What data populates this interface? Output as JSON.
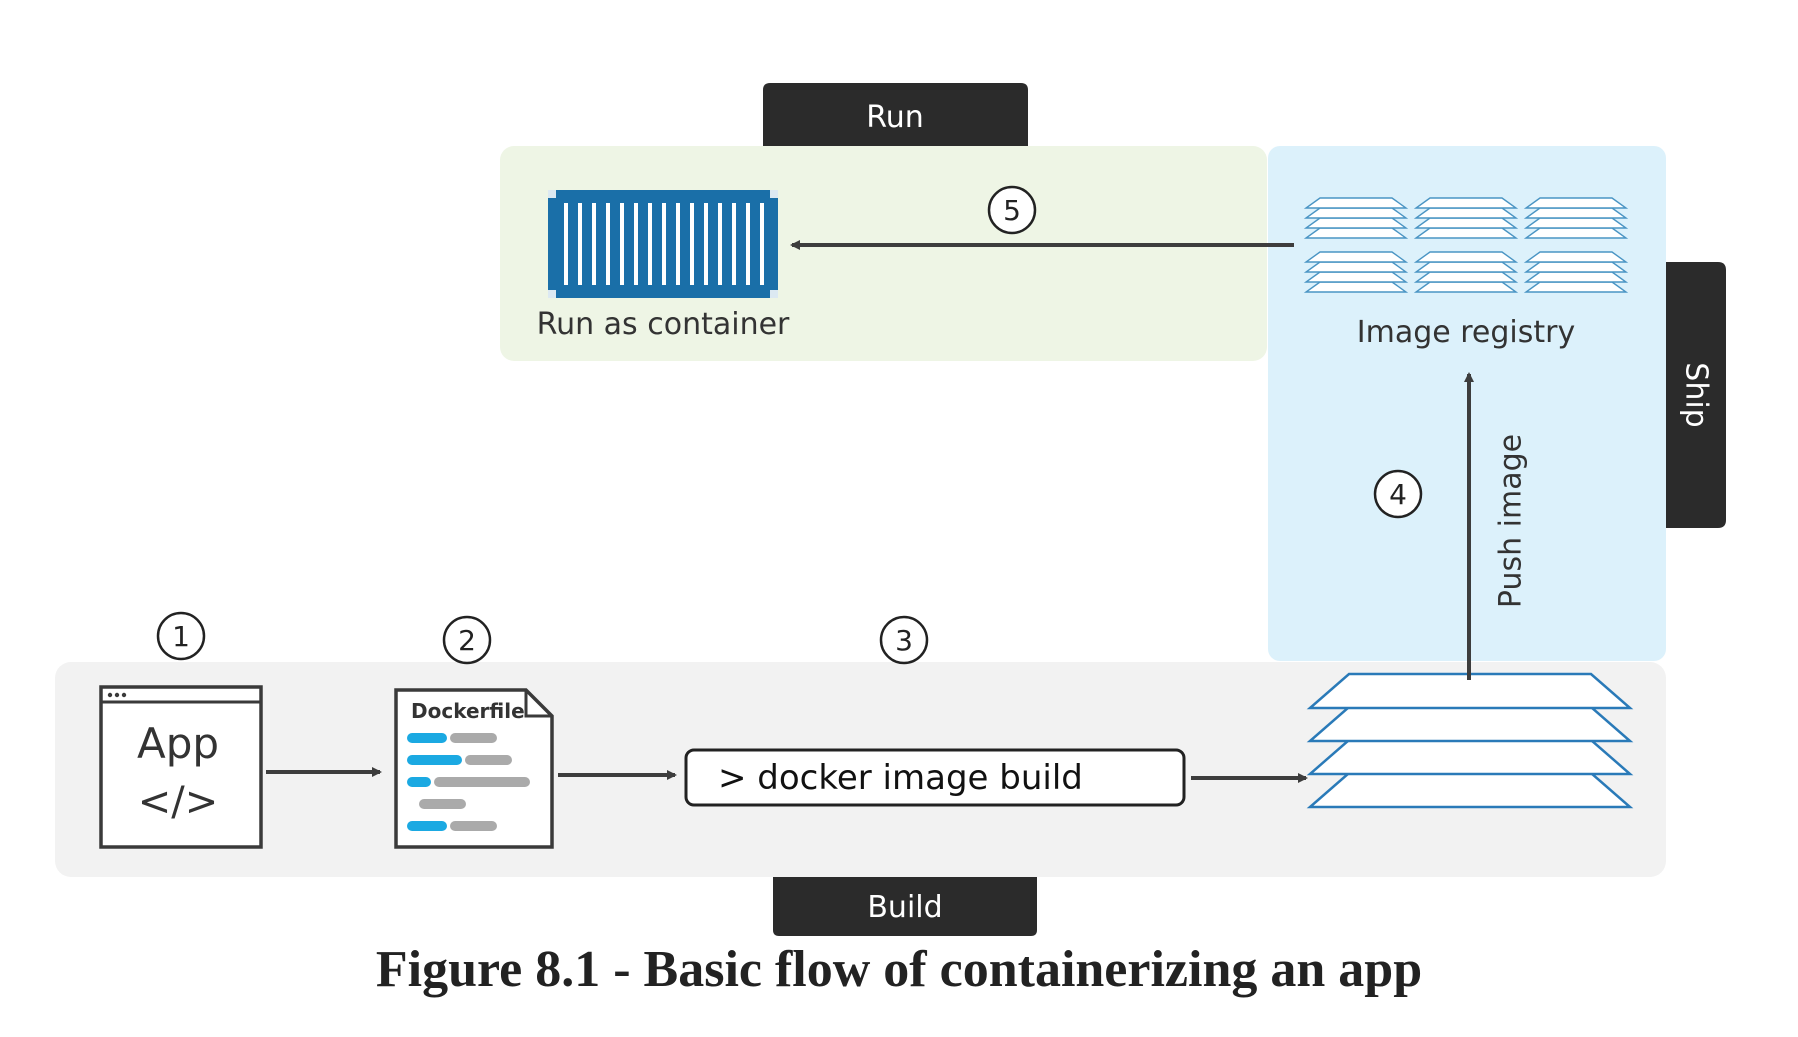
{
  "stages": {
    "run": "Run",
    "ship": "Ship",
    "build": "Build"
  },
  "steps": [
    "1",
    "2",
    "3",
    "4",
    "5"
  ],
  "nodes": {
    "app_text": "App",
    "app_code": "</>",
    "dockerfile_title": "Dockerfile",
    "command": "> docker image build",
    "container_label": "Run as container",
    "registry_label": "Image registry",
    "push_label": "Push image"
  },
  "caption": "Figure 8.1 - Basic flow of containerizing an app",
  "colors": {
    "run_bg": "#eef5e5",
    "ship_bg": "#dcf1fb",
    "build_bg": "#f2f2f2",
    "tab_bg": "#2b2b2b",
    "container_blue": "#1a6fa8",
    "layer_blue": "#2a7ab8",
    "dockerfile_blue": "#1ba9e2",
    "dockerfile_gray": "#aaaaaa"
  }
}
